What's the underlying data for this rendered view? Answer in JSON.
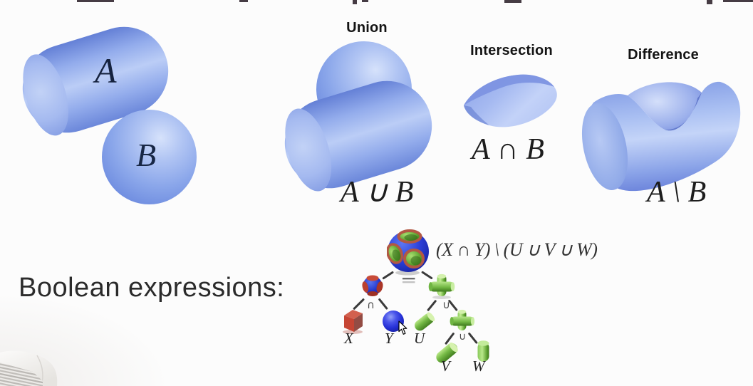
{
  "slide": {
    "background": "#fcfcfc",
    "note": "lecture slide on CSG boolean operations; heading line cropped at top edge"
  },
  "operands": {
    "a": "A",
    "b": "B"
  },
  "operations": [
    {
      "title": "Union",
      "expression": "A ∪ B"
    },
    {
      "title": "Intersection",
      "expression": "A ∩ B"
    },
    {
      "title": "Difference",
      "expression": "A \\ B"
    }
  ],
  "boolean_section": {
    "heading": "Boolean expressions:",
    "tree": {
      "root_expression": "(X ∩ Y) \\ (U ∪ V ∪ W)",
      "root_operator": "−",
      "operators": {
        "left": "∩",
        "right": "∪",
        "lower_right": "∪"
      },
      "leaves": [
        "X",
        "Y",
        "U",
        "V",
        "W"
      ]
    }
  },
  "icons": {
    "cursor": "mouse-pointer-icon"
  },
  "colors": {
    "shape_blue_mid": "#92aeec",
    "shape_blue_light": "#c6d5f8",
    "shape_blue_dark": "#6583d8",
    "tree_sphere_blue": "#2633cf",
    "tree_cube_red": "#c64534",
    "tree_green": "#6ab23a",
    "hole_ring_red": "#b25843",
    "text_dark": "#1c1c1c",
    "operator_gray": "#555555"
  }
}
